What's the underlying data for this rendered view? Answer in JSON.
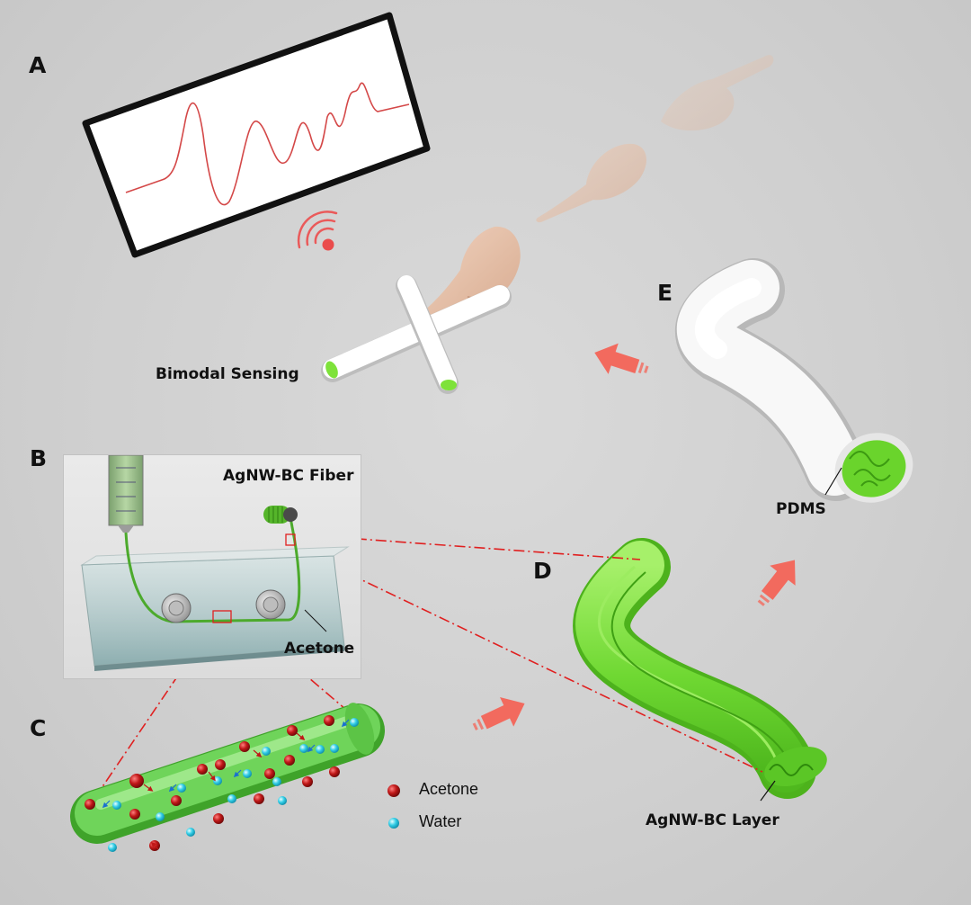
{
  "panels": {
    "a": "A",
    "b": "B",
    "c": "C",
    "d": "D",
    "e": "E"
  },
  "labels": {
    "bimodal": "Bimodal Sensing",
    "fiber": "AgNW-BC Fiber",
    "acetone_bath": "Acetone",
    "layer": "AgNW-BC Layer",
    "pdms": "PDMS"
  },
  "legend": {
    "acetone": "Acetone",
    "water": "Water"
  },
  "colors": {
    "fiber_green": "#7ee23a",
    "acetone_dot": "#b01818",
    "water_dot": "#28c8e0",
    "arrow": "#f26a5e",
    "signal": "#d04a4a"
  }
}
